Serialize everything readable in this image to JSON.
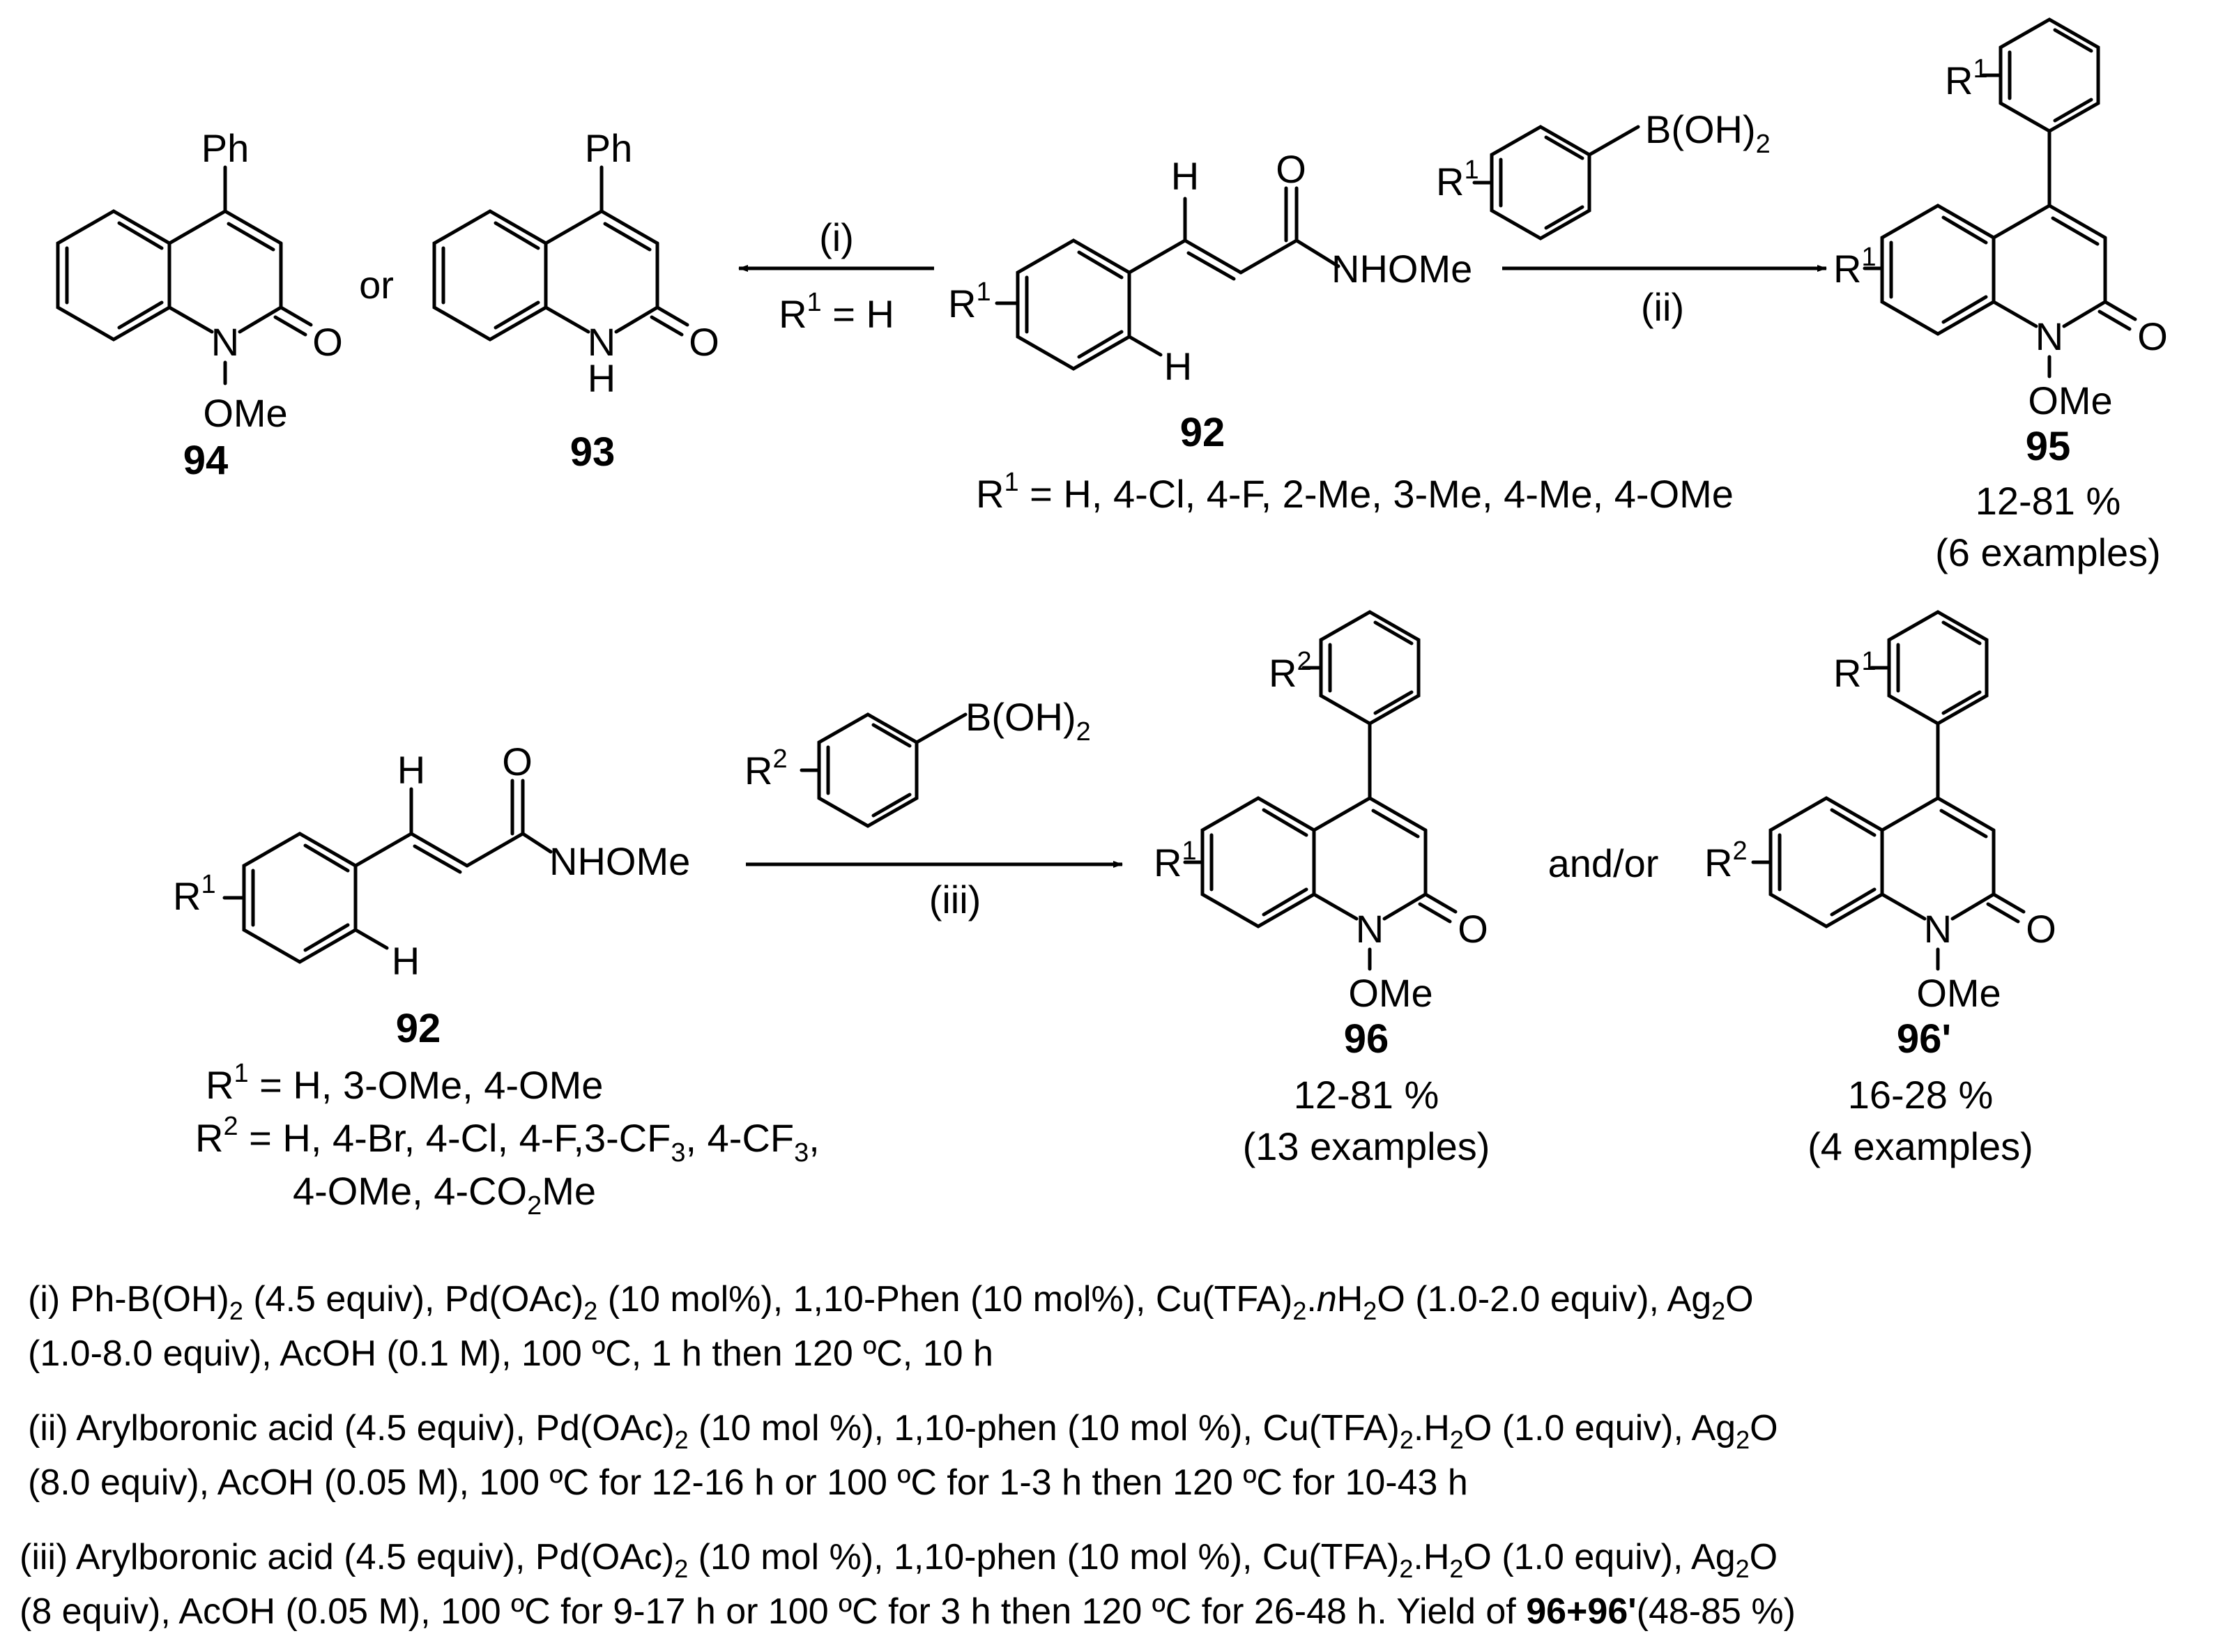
{
  "atoms": {
    "ph": "Ph",
    "o": "O",
    "n": "N",
    "h": "H",
    "ome": "OMe",
    "nhome": "NHOMe",
    "boh2": "B(OH)",
    "sub2": "2",
    "r": "R",
    "sup1": "1",
    "sup2": "2"
  },
  "text": {
    "or": "or",
    "and_or": "and/or",
    "arrow_i": "(i)",
    "arrow_i_cond": "= H",
    "arrow_ii": "(ii)",
    "arrow_iii": "(iii)"
  },
  "compounds": {
    "c94": {
      "label": "94"
    },
    "c93": {
      "label": "93"
    },
    "c92_top": {
      "label": "92",
      "r_values": "= H, 4-Cl, 4-F, 2-Me, 3-Me, 4-Me, 4-OMe"
    },
    "c95": {
      "label": "95",
      "yield": "12-81 %",
      "examples": "(6 examples)"
    },
    "c92_bottom": {
      "label": "92",
      "r1_values": "= H, 3-OMe, 4-OMe",
      "r2_values_a": "= H, 4-Br, 4-Cl, 4-F,3-CF",
      "r2_values_b": ", 4-CF",
      "r2_values_c": ",",
      "r2_line2_a": "4-OMe, 4-CO",
      "r2_line2_b": "Me",
      "sub3": "3"
    },
    "c96": {
      "label": "96",
      "yield": "12-81 %",
      "examples": "(13 examples)"
    },
    "c96p": {
      "label": "96'",
      "yield": "16-28 %",
      "examples": "(4 examples)"
    }
  },
  "conditions": {
    "i": {
      "l1_a": "(i) Ph-B(OH)",
      "l1_b": " (4.5 equiv), Pd(OAc)",
      "l1_c": " (10 mol%), 1,10-Phen (10 mol%), Cu(TFA)",
      "l1_d": ".",
      "l1_n": "n",
      "l1_e": "H",
      "l1_f": "O (1.0-2.0 equiv), Ag",
      "l1_g": "O",
      "l2": "(1.0-8.0 equiv), AcOH (0.1 M), 100 ºC, 1 h then 120 ºC, 10 h"
    },
    "ii": {
      "l1_a": "(ii) Arylboronic acid (4.5 equiv), Pd(OAc)",
      "l1_b": " (10 mol %), 1,10-phen (10 mol %), Cu(TFA)",
      "l1_c": ".H",
      "l1_d": "O (1.0 equiv), Ag",
      "l1_e": "O",
      "l2": "(8.0 equiv), AcOH (0.05 M), 100 ºC for 12-16 h or 100 ºC for 1-3 h then 120 ºC for 10-43 h"
    },
    "iii": {
      "l1_a": "(iii) Arylboronic acid (4.5 equiv), Pd(OAc)",
      "l1_b": " (10 mol %), 1,10-phen (10 mol %), Cu(TFA)",
      "l1_c": ".H",
      "l1_d": "O (1.0 equiv), Ag",
      "l1_e": "O",
      "l2_a": "(8 equiv), AcOH (0.05 M), 100 ºC for 9-17 h or 100 ºC for 3 h then 120 ºC for 26-48 h. Yield of ",
      "l2_bold": "96+96'",
      "l2_b": "(48-85 %)"
    }
  }
}
